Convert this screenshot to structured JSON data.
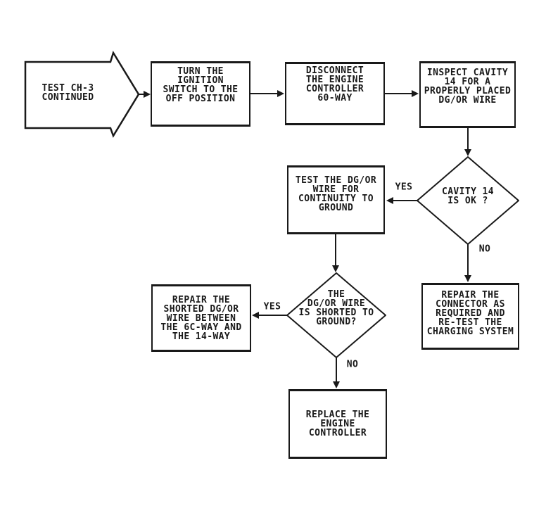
{
  "page": {
    "background_color": "#ffffff",
    "ink_color": "#191919"
  },
  "diagram": {
    "type": "flowchart",
    "subject": "charging system diagnostic test",
    "nodes": {
      "start": {
        "type": "offpage-arrow",
        "label": "TEST CH-3\nCONTINUED"
      },
      "turn_ignition": {
        "type": "process",
        "label": "TURN THE\nIGNITION\nSWITCH TO THE\nOFF POSITION"
      },
      "disconnect_controller": {
        "type": "process",
        "label": "DISCONNECT\nTHE ENGINE\nCONTROLLER\n60-WAY"
      },
      "inspect_cavity": {
        "type": "process",
        "label": "INSPECT CAVITY\n14 FOR A\nPROPERLY PLACED\nDG/OR WIRE"
      },
      "cavity_ok": {
        "type": "decision",
        "label": "CAVITY 14\nIS OK ?"
      },
      "test_wire": {
        "type": "process",
        "label": "TEST THE DG/OR\nWIRE FOR\nCONTINUITY TO\nGROUND"
      },
      "repair_connector": {
        "type": "process",
        "label": "REPAIR THE\nCONNECTOR AS\nREQUIRED AND\nRE-TEST THE\nCHARGING SYSTEM"
      },
      "wire_shorted": {
        "type": "decision",
        "label": "THE\nDG/OR WIRE\nIS SHORTED TO\nGROUND?"
      },
      "repair_shorted_wire": {
        "type": "process",
        "label": "REPAIR THE\nSHORTED DG/OR\nWIRE BETWEEN\nTHE 6C-WAY AND\nTHE 14-WAY"
      },
      "replace_controller": {
        "type": "process",
        "label": "REPLACE THE\nENGINE\nCONTROLLER"
      }
    },
    "edges": [
      {
        "from": "start",
        "to": "turn_ignition",
        "label": ""
      },
      {
        "from": "turn_ignition",
        "to": "disconnect_controller",
        "label": ""
      },
      {
        "from": "disconnect_controller",
        "to": "inspect_cavity",
        "label": ""
      },
      {
        "from": "inspect_cavity",
        "to": "cavity_ok",
        "label": ""
      },
      {
        "from": "cavity_ok",
        "to": "test_wire",
        "label": "YES"
      },
      {
        "from": "cavity_ok",
        "to": "repair_connector",
        "label": "NO"
      },
      {
        "from": "test_wire",
        "to": "wire_shorted",
        "label": ""
      },
      {
        "from": "wire_shorted",
        "to": "repair_shorted_wire",
        "label": "YES"
      },
      {
        "from": "wire_shorted",
        "to": "replace_controller",
        "label": "NO"
      }
    ]
  }
}
